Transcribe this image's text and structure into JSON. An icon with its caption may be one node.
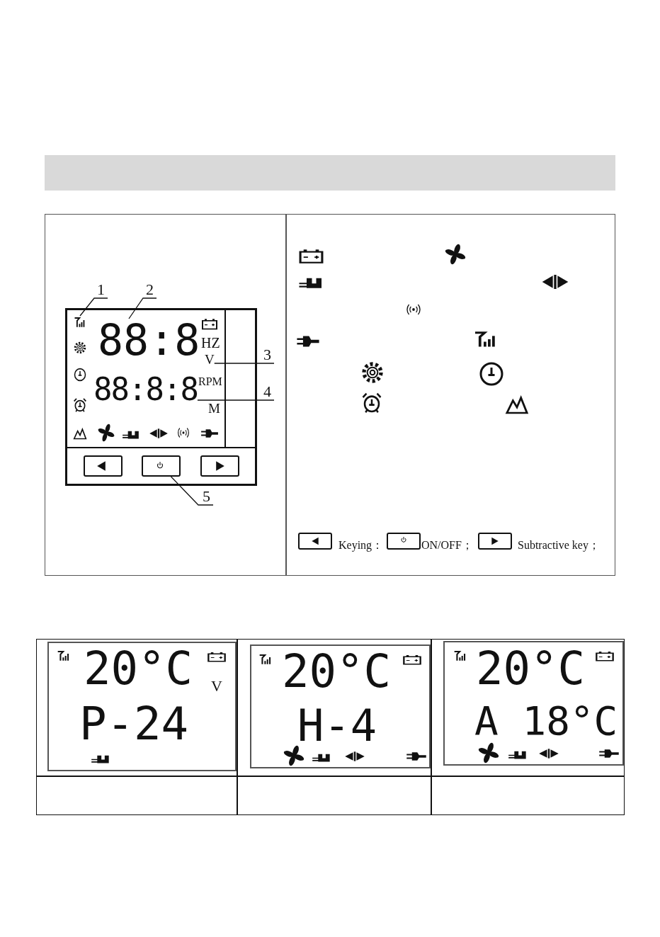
{
  "diagram": {
    "nodes": [
      {
        "text": [],
        "shape": "bar"
      },
      {
        "text": [
          "1"
        ]
      },
      {
        "text": [],
        "shape": "icon"
      },
      {
        "text": [
          "2"
        ]
      },
      {
        "text": [
          "88:8"
        ]
      },
      {
        "text": [
          "3"
        ]
      },
      {
        "text": [
          "V"
        ]
      },
      {
        "text": [
          "4"
        ]
      },
      {
        "text": [
          "88:8:8"
        ]
      },
      {
        "text": [],
        "shape": "box"
      },
      {
        "text": [],
        "shape": "box"
      },
      {
        "text": [],
        "shape": "box"
      },
      {
        "text": [
          "5"
        ]
      },
      {
        "text": [],
        "shape": "box"
      },
      {
        "text": [],
        "shape": "box"
      },
      {
        "text": [],
        "shape": "box"
      }
    ],
    "edges": [
      {
        "from": 1,
        "to": 2,
        "arrow": "none"
      },
      {
        "from": 3,
        "to": 4,
        "arrow": "none"
      },
      {
        "from": 5,
        "to": 6,
        "arrow": "none"
      },
      {
        "from": 7,
        "to": 8,
        "arrow": "none"
      },
      {
        "from": 12,
        "to": 10,
        "arrow": "none"
      }
    ],
    "labels": [
      "HZ",
      "RPM",
      "M",
      "Keying：",
      "ON/OFF；",
      "Subtractive key；",
      "20°C",
      "V",
      "P-24",
      "20°C",
      "H-4",
      "20°C",
      "A 18°C"
    ]
  }
}
